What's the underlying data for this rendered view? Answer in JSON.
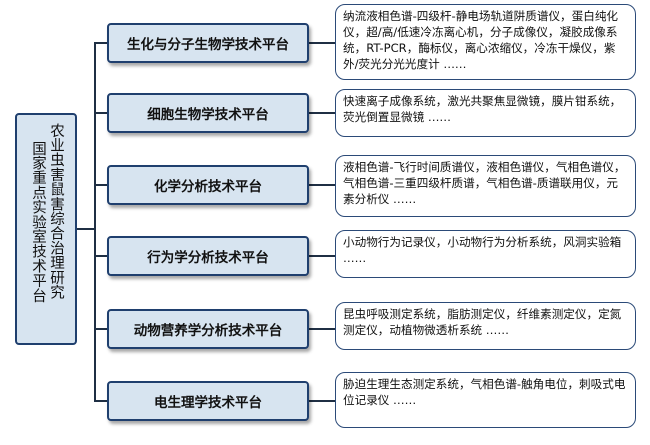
{
  "root": {
    "label_col1": "农业虫害鼠害综合治理研究",
    "label_col2": "国家重点实验室技术平台"
  },
  "platforms": [
    {
      "name": "生化与分子生物学技术平台",
      "description": "纳流液相色谱-四级杆-静电场轨道阱质谱仪，蛋白纯化仪，超/高/低速冷冻离心机，分子成像仪，凝胶成像系统，RT-PCR，酶标仪，离心浓缩仪，冷冻干燥仪，紫外/荧光分光光度计 ……"
    },
    {
      "name": "细胞生物学技术平台",
      "description": "快速离子成像系统，激光共聚焦显微镜，膜片钳系统，荧光倒置显微镜 ……"
    },
    {
      "name": "化学分析技术平台",
      "description": "液相色谱-飞行时间质谱仪，液相色谱仪，气相色谱仪，气相色谱-三重四级杆质谱，气相色谱-质谱联用仪，元素分析仪 ……"
    },
    {
      "name": "行为学分析技术平台",
      "description": "小动物行为记录仪，小动物行为分析系统，风洞实验箱 ……"
    },
    {
      "name": "动物营养学分析技术平台",
      "description": "昆虫呼吸测定系统，脂肪测定仪，纤维素测定仪，定氮测定仪，动植物微透析系统 ……"
    },
    {
      "name": "电生理学技术平台",
      "description": "胁迫生理生态测定系统，气相色谱-触角电位，刺吸式电位记录仪 ……"
    }
  ]
}
